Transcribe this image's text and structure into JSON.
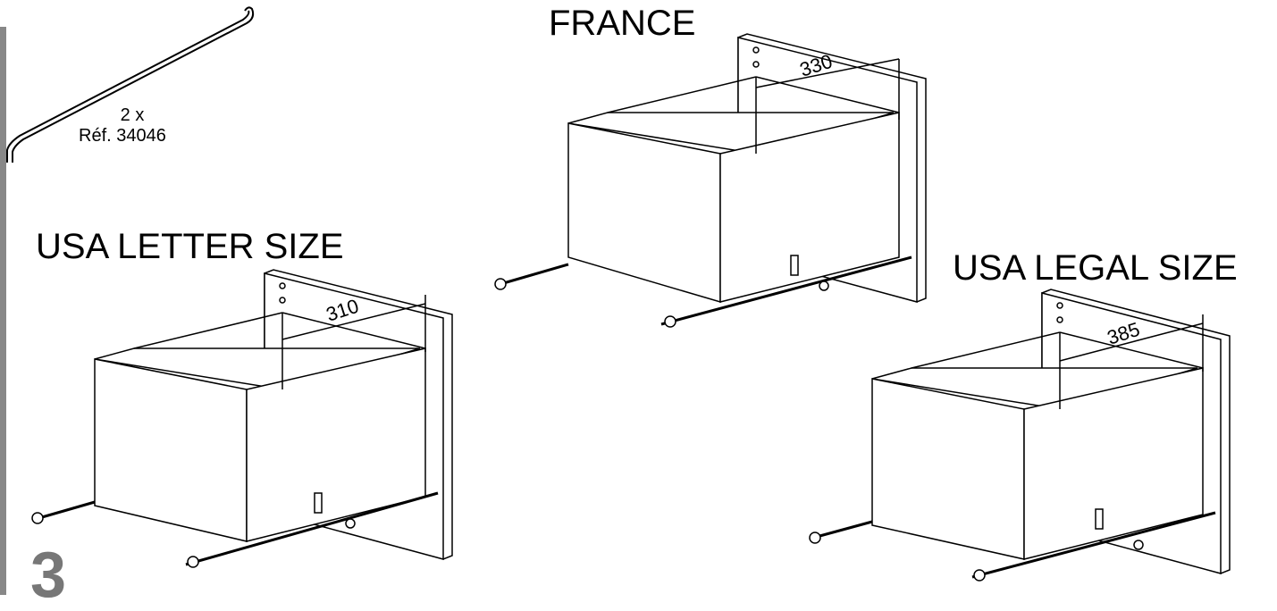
{
  "rod": {
    "qty": "2 x",
    "ref": "Réf. 34046"
  },
  "variants": [
    {
      "title": "FRANCE",
      "dimension": "330"
    },
    {
      "title": "USA LETTER SIZE",
      "dimension": "310"
    },
    {
      "title": "USA LEGAL SIZE",
      "dimension": "385"
    }
  ],
  "step_number": "3",
  "colors": {
    "line": "#000000",
    "step_number": "#777777",
    "left_bar": "#888888"
  }
}
